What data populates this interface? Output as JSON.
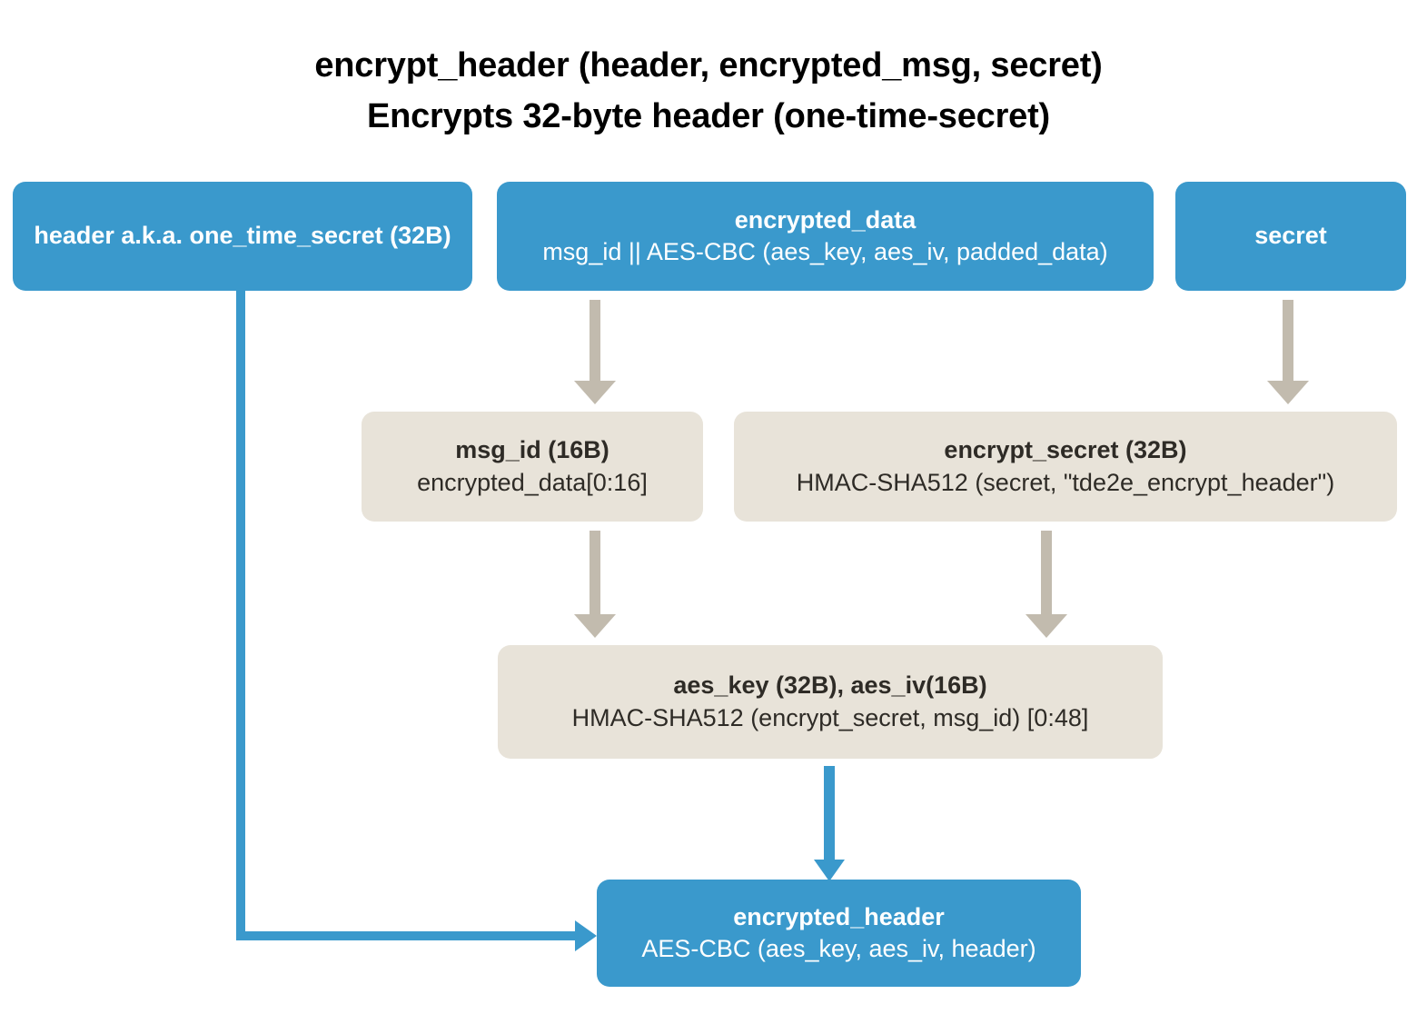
{
  "diagram": {
    "title_lines": [
      "encrypt_header (header, encrypted_msg, secret)",
      "Encrypts 32-byte header (one-time-secret)"
    ],
    "colors": {
      "input_node": "#3a99cc",
      "intermediate_node": "#e8e3d9",
      "blue_arrow": "#3a99cc",
      "gray_arrow": "#c2bbae",
      "background": "#ffffff",
      "blue_node_text": "#ffffff",
      "beige_node_text": "#2e2b26"
    },
    "nodes": [
      {
        "id": "header",
        "title": "header a.k.a. one_time_secret (32B)",
        "subtitle": "",
        "style": "blue"
      },
      {
        "id": "encrypted_data",
        "title": "encrypted_data",
        "subtitle": "msg_id || AES-CBC (aes_key, aes_iv, padded_data)",
        "style": "blue"
      },
      {
        "id": "secret",
        "title": "secret",
        "subtitle": "",
        "style": "blue"
      },
      {
        "id": "msg_id",
        "title": "msg_id (16B)",
        "subtitle": "encrypted_data[0:16]",
        "style": "beige"
      },
      {
        "id": "encrypt_secret",
        "title": "encrypt_secret (32B)",
        "subtitle": "HMAC-SHA512 (secret, \"tde2e_encrypt_header\")",
        "style": "beige"
      },
      {
        "id": "aes_key_iv",
        "title": "aes_key (32B), aes_iv(16B)",
        "subtitle": "HMAC-SHA512 (encrypt_secret, msg_id) [0:48]",
        "style": "beige"
      },
      {
        "id": "encrypted_header",
        "title": "encrypted_header",
        "subtitle": "AES-CBC (aes_key, aes_iv, header)",
        "style": "blue"
      }
    ],
    "edges": [
      {
        "from": "encrypted_data",
        "to": "msg_id",
        "color": "gray",
        "shape": "straight-down"
      },
      {
        "from": "secret",
        "to": "encrypt_secret",
        "color": "gray",
        "shape": "straight-down"
      },
      {
        "from": "msg_id",
        "to": "aes_key_iv",
        "color": "gray",
        "shape": "straight-down"
      },
      {
        "from": "encrypt_secret",
        "to": "aes_key_iv",
        "color": "gray",
        "shape": "straight-down"
      },
      {
        "from": "aes_key_iv",
        "to": "encrypted_header",
        "color": "blue",
        "shape": "straight-down"
      },
      {
        "from": "header",
        "to": "encrypted_header",
        "color": "blue",
        "shape": "elbow-down-right"
      }
    ]
  }
}
